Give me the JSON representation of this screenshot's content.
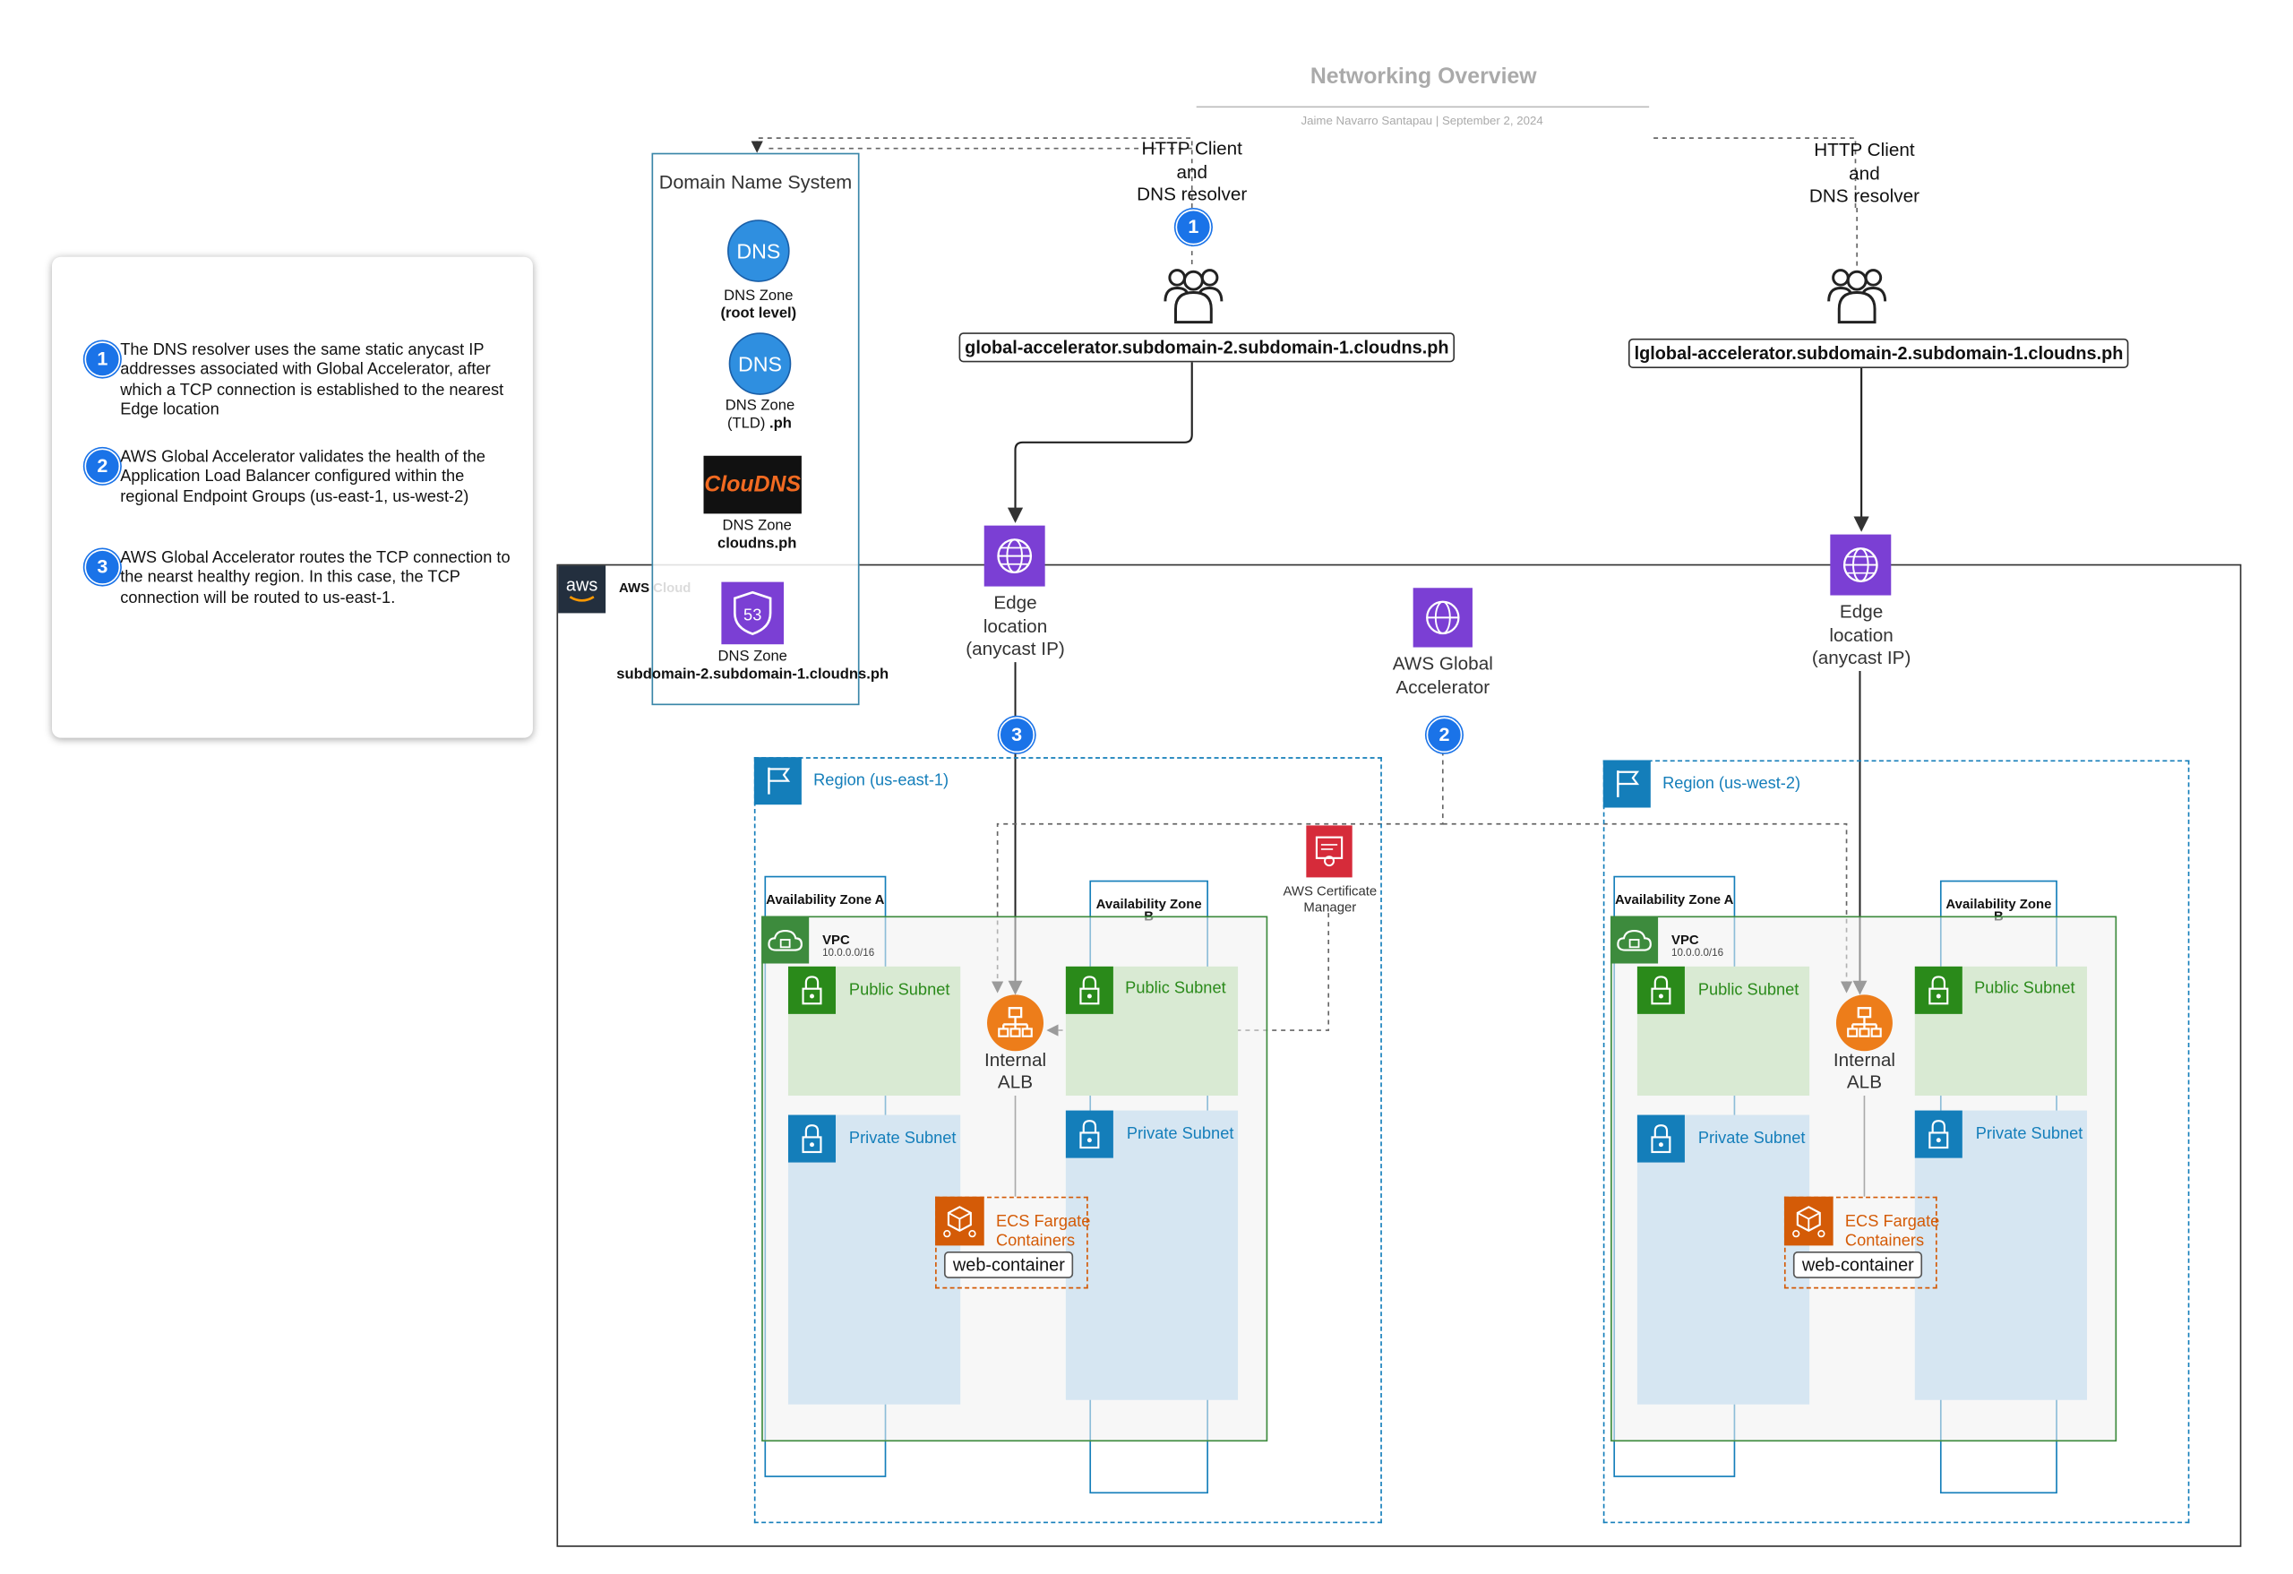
{
  "header": {
    "title": "Networking Overview",
    "subtitle": "Jaime Navarro Santapau  |  September 2, 2024"
  },
  "legend": {
    "items": [
      {
        "num": "1",
        "text": "The DNS resolver uses the same static anycast IP addresses associated with Global Accelerator, after which a TCP connection is established to the nearest Edge location"
      },
      {
        "num": "2",
        "text": "AWS Global Accelerator validates the health of the Application Load Balancer configured within the regional Endpoint Groups (us-east-1, us-west-2)"
      },
      {
        "num": "3",
        "text": "AWS Global Accelerator routes the TCP connection to the nearst healthy region. In this case, the TCP connection will be routed to us-east-1."
      }
    ]
  },
  "dns": {
    "title": "Domain Name System",
    "icon_text": "DNS",
    "zone_label": "DNS Zone",
    "root_label": "(root level)",
    "tld_label": "(TLD)",
    "tld_value": ".ph",
    "cloudns_logo": "ClouDNS",
    "cloudns_value": "cloudns.ph",
    "r53_value": "subdomain-2.subdomain-1.cloudns.ph"
  },
  "clients": {
    "label_line1": "HTTP Client",
    "label_line2": "and",
    "label_line3": "DNS resolver",
    "left_domain": "global-accelerator.subdomain-2.subdomain-1.cloudns.ph",
    "right_domain": "lglobal-accelerator.subdomain-2.subdomain-1.cloudns.ph",
    "icon": "users-icon"
  },
  "badges": {
    "one": "1",
    "two": "2",
    "three": "3"
  },
  "cloud": {
    "logo": "aws",
    "label": "AWS Cloud",
    "edge_line1": "Edge",
    "edge_line2": "location",
    "edge_line3": "(anycast IP)",
    "ga_line1": "AWS Global",
    "ga_line2": "Accelerator",
    "acm_line1": "AWS Certificate",
    "acm_line2": "Manager"
  },
  "regions": {
    "east": "Region (us-east-1)",
    "west": "Region (us-west-2)",
    "az_a": "Availability Zone A",
    "az_b_line1": "Availability Zone",
    "az_b_line2": "B",
    "vpc": "VPC",
    "vpc_cidr": "10.0.0.0/16",
    "public_subnet": "Public Subnet",
    "private_subnet": "Private Subnet",
    "alb_line1": "Internal",
    "alb_line2": "ALB",
    "ecs_line1": "ECS Fargate",
    "ecs_line2": "Containers",
    "web_container": "web-container"
  },
  "colors": {
    "aws_purple": "#7b3fd4",
    "badge_blue": "#1a73e8",
    "region_blue": "#147eba",
    "vpc_green": "#3d8b3d",
    "subnet_green": "#2a8a1a",
    "alb_orange": "#ed7d1a",
    "ecs_orange": "#d45b07",
    "acm_red": "#d62b3a"
  }
}
